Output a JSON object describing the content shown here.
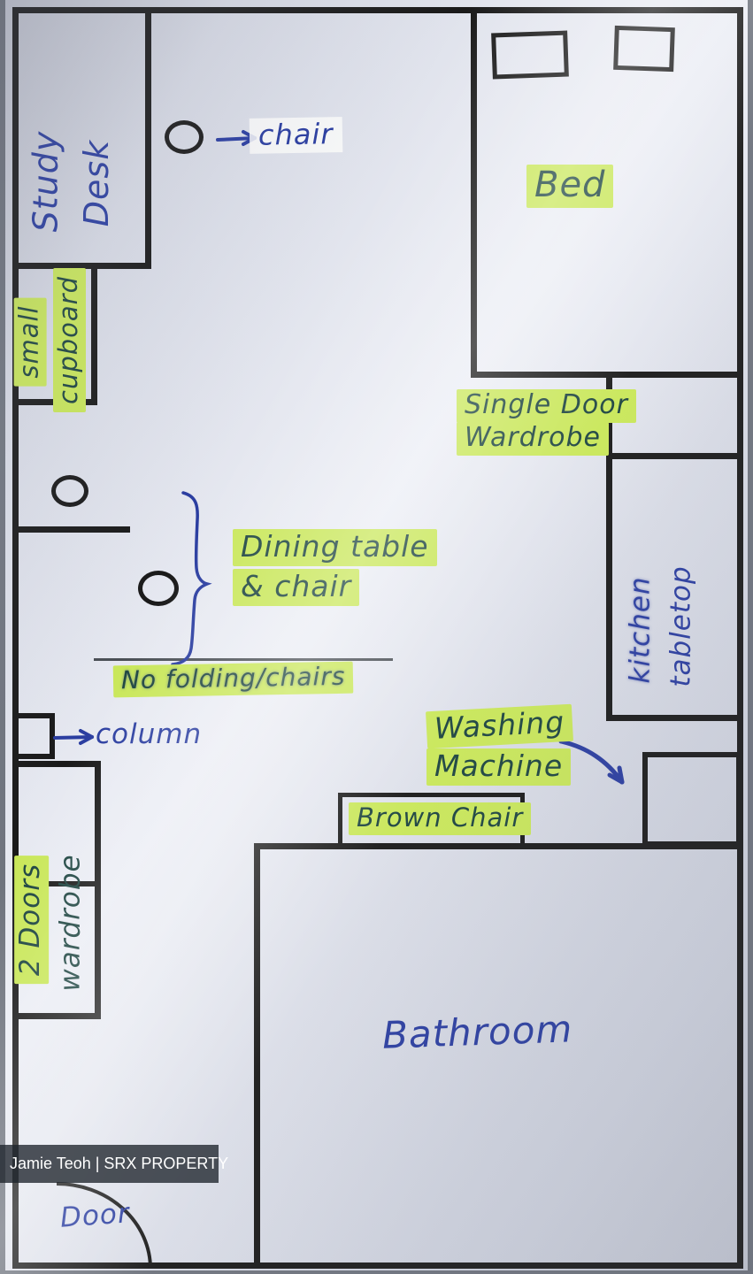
{
  "watermark": "Jamie Teoh | SRX PROPERTY",
  "labels": {
    "study_word1": "Study",
    "study_word2": "Desk",
    "cupboard_word1": "small",
    "cupboard_word2": "cupboard",
    "chair": "chair",
    "bed": "Bed",
    "wardrobe1_line1": "Single Door",
    "wardrobe1_line2": "Wardrobe",
    "dining_line1": "Dining table",
    "dining_line2": "& chair",
    "no_folding": "No folding/chairs",
    "column": "column",
    "washing_line1": "Washing",
    "washing_line2": "Machine",
    "brown_chair": "Brown Chair",
    "wardrobe2_word1": "2 Doors",
    "wardrobe2_word2": "wardrobe",
    "kitchen_word1": "kitchen",
    "kitchen_word2": "tabletop",
    "bathroom": "Bathroom",
    "door": "Door"
  },
  "colors": {
    "highlight": "#c9e75a",
    "ink_blue": "#2a3da0",
    "ink_dark": "#1d4440",
    "wall": "#1a1a1a"
  }
}
